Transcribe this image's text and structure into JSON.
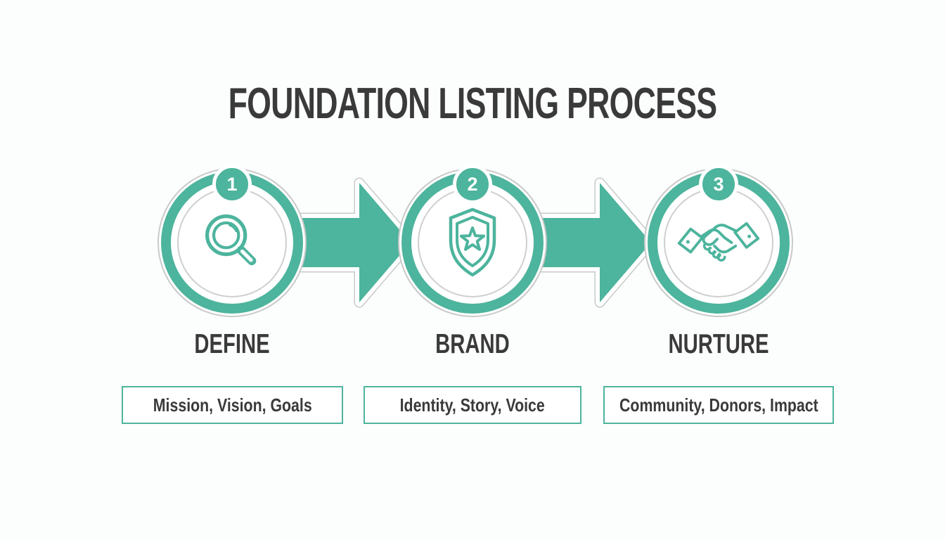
{
  "title": "FOUNDATION LISTING PROCESS",
  "colors": {
    "accent_teal": "#4db49d",
    "outline_gray": "#c9c9c9",
    "text_dark": "#3a3a3a",
    "background": "#fcfdfd"
  },
  "steps": [
    {
      "number": "1",
      "icon": "magnifier-icon",
      "label": "DEFINE",
      "detail": "Mission, Vision, Goals"
    },
    {
      "number": "2",
      "icon": "shield-star-icon",
      "label": "BRAND",
      "detail": "Identity, Story, Voice"
    },
    {
      "number": "3",
      "icon": "handshake-icon",
      "label": "NURTURE",
      "detail": "Community, Donors, Impact"
    }
  ]
}
